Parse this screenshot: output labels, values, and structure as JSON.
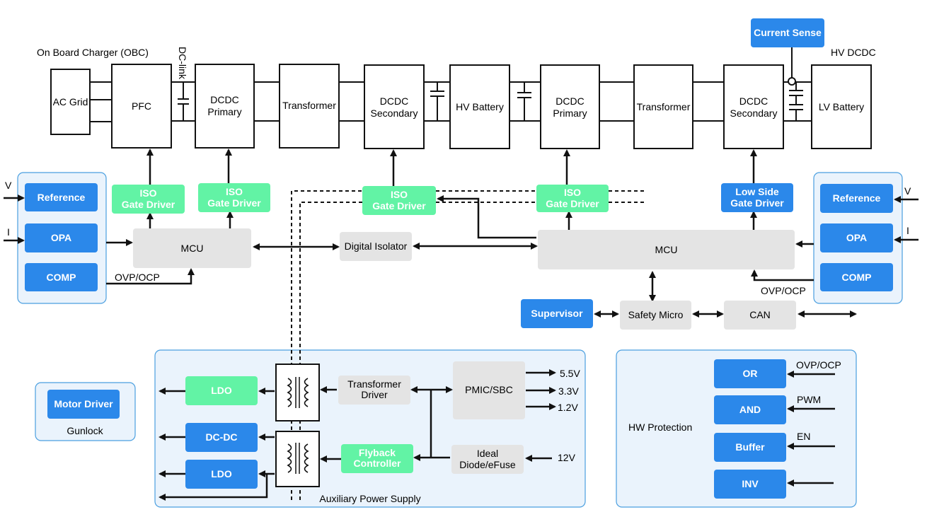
{
  "obc_label": "On Board Charger (OBC)",
  "hvdcdc_label": "HV DCDC",
  "dclink_label": "DC-link",
  "power_chain": {
    "ac_grid": "AC Grid",
    "pfc": "PFC",
    "obc_dcdc_primary": [
      "DCDC",
      "Primary"
    ],
    "obc_transformer": "Transformer",
    "obc_dcdc_secondary": [
      "DCDC",
      "Secondary"
    ],
    "hv_battery": "HV Battery",
    "hv_dcdc_primary": [
      "DCDC",
      "Primary"
    ],
    "hv_transformer": "Transformer",
    "hv_dcdc_secondary": [
      "DCDC",
      "Secondary"
    ],
    "lv_battery": "LV Battery"
  },
  "current_sense": "Current Sense",
  "drivers": {
    "iso1": [
      "ISO",
      "Gate Driver"
    ],
    "iso2": [
      "ISO",
      "Gate Driver"
    ],
    "iso3": [
      "ISO",
      "Gate Driver"
    ],
    "iso4": [
      "ISO",
      "Gate Driver"
    ],
    "low_side": [
      "Low Side",
      "Gate Driver"
    ]
  },
  "left_sense": {
    "reference": "Reference",
    "opa": "OPA",
    "comp": "COMP",
    "v": "V",
    "i": "I",
    "ovp": "OVP/OCP"
  },
  "right_sense": {
    "reference": "Reference",
    "opa": "OPA",
    "comp": "COMP",
    "v": "V",
    "i": "I",
    "ovp": "OVP/OCP"
  },
  "mcu_left": "MCU",
  "mcu_right": "MCU",
  "digital_isolator": "Digital Isolator",
  "supervisor": "Supervisor",
  "safety_micro": "Safety Micro",
  "can": "CAN",
  "gunlock": {
    "motor_driver": "Motor Driver",
    "label": "Gunlock"
  },
  "aux": {
    "label": "Auxiliary Power Supply",
    "ldo_top": "LDO",
    "dcdc": "DC-DC",
    "ldo_bottom": "LDO",
    "transformer_driver": [
      "Transformer",
      "Driver"
    ],
    "flyback": [
      "Flyback",
      "Controller"
    ],
    "pmic": "PMIC/SBC",
    "ideal_diode": [
      "Ideal",
      "Diode/eFuse"
    ],
    "out_5v5": "5.5V",
    "out_3v3": "3.3V",
    "out_1v2": "1.2V",
    "in_12v": "12V"
  },
  "hw_protection": {
    "label": "HW Protection",
    "or": "OR",
    "and": "AND",
    "buffer": "Buffer",
    "inv": "INV",
    "ovp": "OVP/OCP",
    "pwm": "PWM",
    "en": "EN"
  },
  "colors": {
    "accent_blue": "#2b88ea",
    "driver_green": "#62f3a5",
    "block_gray": "#e4e4e4",
    "group_fill": "#eaf3fc"
  }
}
